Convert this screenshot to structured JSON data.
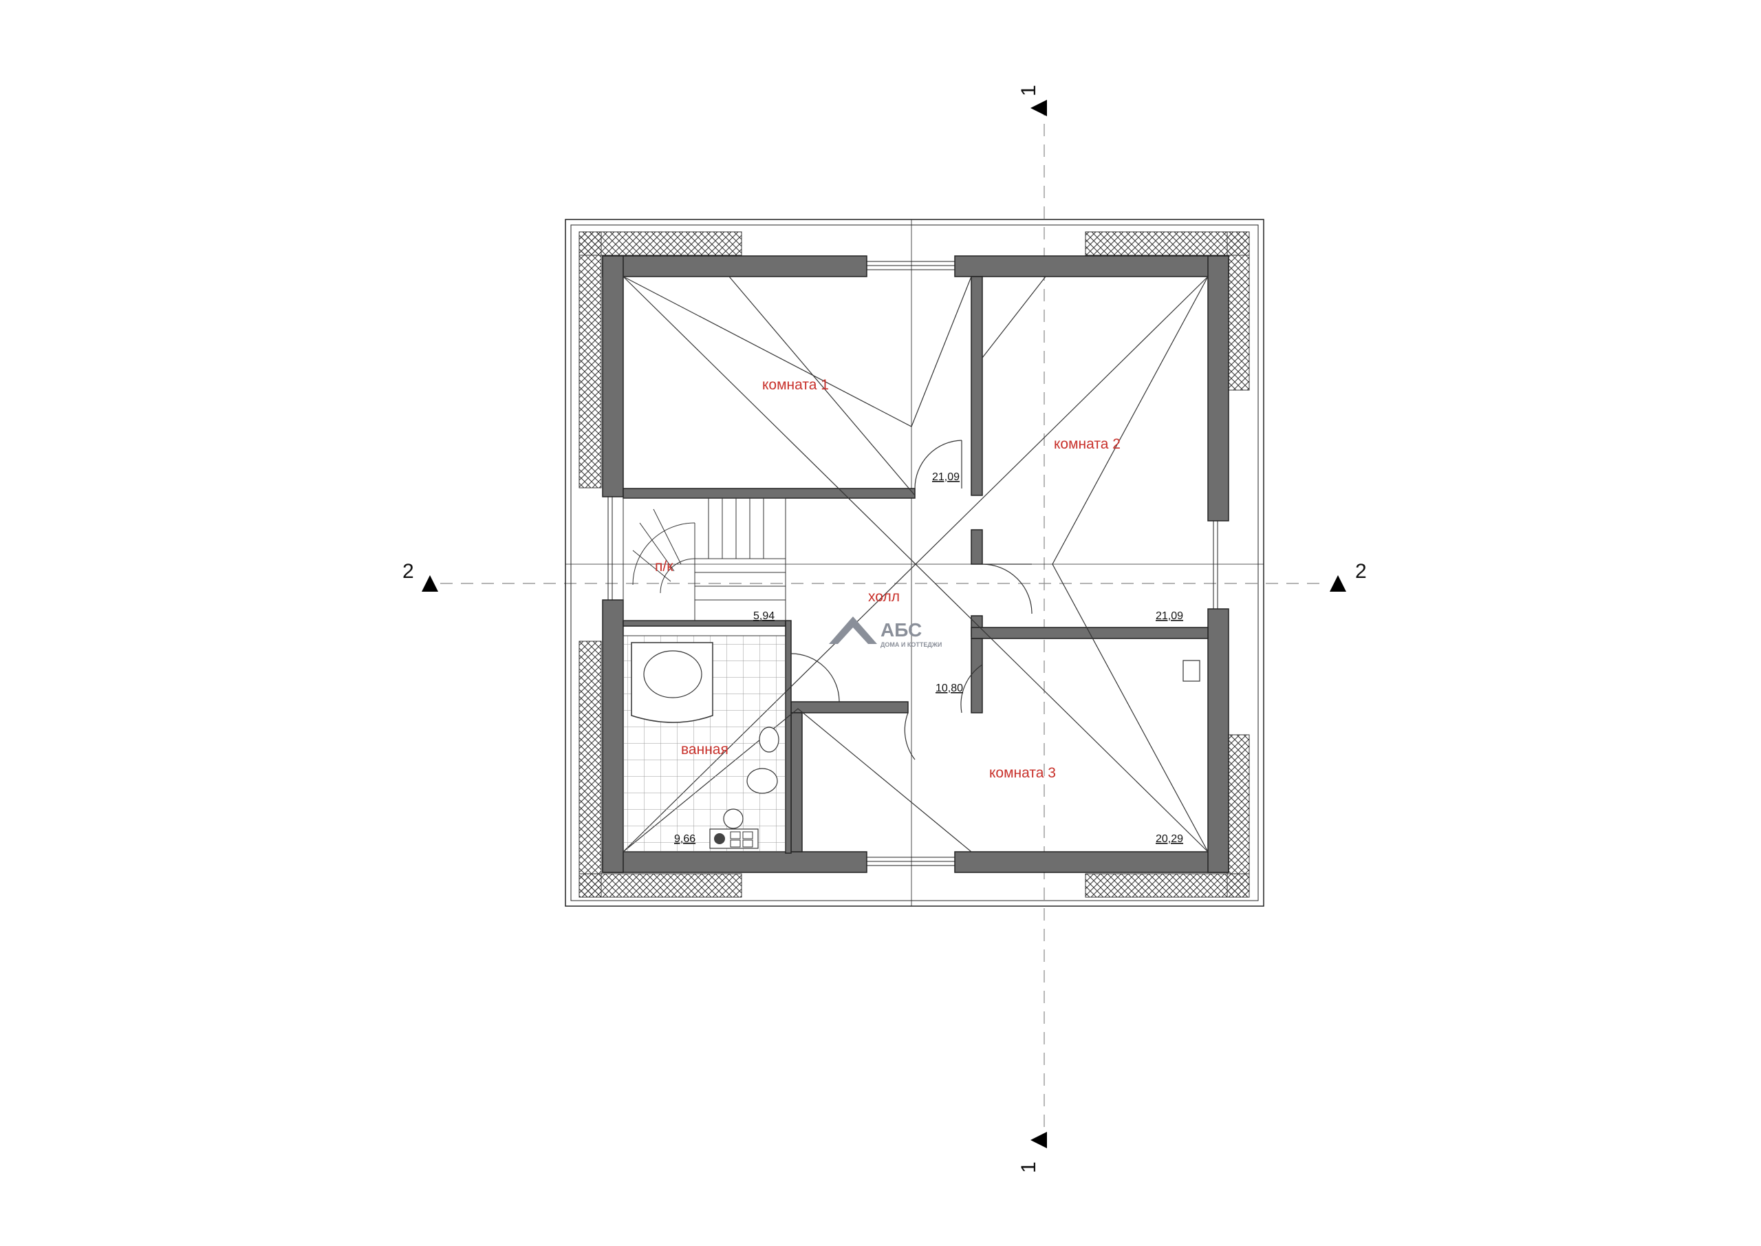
{
  "rooms": {
    "room1": "комната 1",
    "room2": "комната 2",
    "room3": "комната 3",
    "hall": "холл",
    "bath": "ванная",
    "storage": "п/к"
  },
  "areas": {
    "room1": "21,09",
    "room2": "21,09",
    "room3": "20,29",
    "hall": "10,80",
    "stair": "5,94",
    "bath": "9,66"
  },
  "sections": {
    "top": "1",
    "bottom": "1",
    "left": "2",
    "right": "2"
  },
  "logo": {
    "name": "АБС",
    "subtitle": "ДОМА И КОТТЕДЖИ"
  },
  "colors": {
    "wall": "#6e6e6e",
    "label": "#c8302a",
    "logo": "#8a8f99"
  }
}
